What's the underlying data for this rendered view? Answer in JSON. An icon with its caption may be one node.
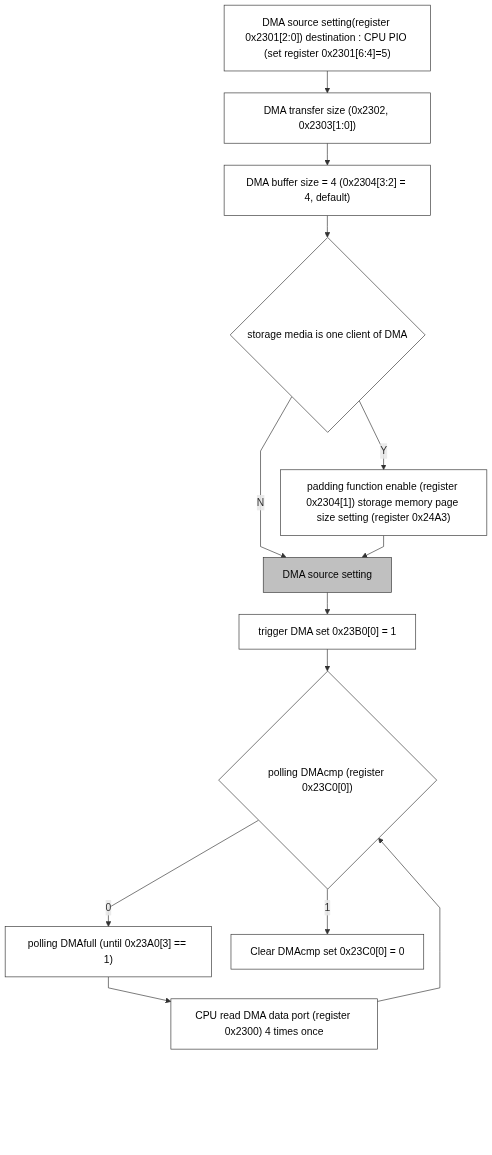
{
  "diagram": {
    "nodes": [
      {
        "text": [
          "DMA source setting(register 0x2301[2:0]) destination : CPU PIO (set register 0x2301[6:4]=5)"
        ]
      },
      {
        "text": [
          "DMA transfer size (0x2302, 0x2303[1:0])"
        ]
      },
      {
        "text": [
          "DMA buffer size = 4 (0x2304[3:2] = 4, default)"
        ]
      },
      {
        "text": [
          "storage media is one client of DMA"
        ]
      },
      {
        "text": [
          "padding function enable (register 0x2304[1]) storage memory page size setting (register 0x24A3)"
        ]
      },
      {
        "text": [
          "DMA source setting"
        ]
      },
      {
        "text": [
          "trigger DMA set 0x23B0[0] = 1"
        ]
      },
      {
        "text": [
          "polling DMAcmp (register 0x23C0[0])"
        ]
      },
      {
        "text": [
          "polling DMAfull (until 0x23A0[3] == 1)"
        ]
      },
      {
        "text": [
          "CPU read DMA data port (register 0x2300) 4 times once"
        ]
      },
      {
        "text": [
          "Clear DMAcmp set 0x23C0[0] = 0"
        ]
      }
    ],
    "edges": [
      {
        "from": 0,
        "to": 1,
        "arrow": "to"
      },
      {
        "from": 1,
        "to": 2,
        "arrow": "to"
      },
      {
        "from": 2,
        "to": 3,
        "arrow": "to"
      },
      {
        "from": 3,
        "to": 4,
        "arrow": "to",
        "label": "Y"
      },
      {
        "from": 3,
        "to": 5,
        "arrow": "to",
        "label": "N"
      },
      {
        "from": 4,
        "to": 5,
        "arrow": "to"
      },
      {
        "from": 5,
        "to": 6,
        "arrow": "to"
      },
      {
        "from": 6,
        "to": 7,
        "arrow": "to"
      },
      {
        "from": 7,
        "to": 8,
        "arrow": "to",
        "label": "0"
      },
      {
        "from": 8,
        "to": 9,
        "arrow": "to"
      },
      {
        "from": 9,
        "to": 7,
        "arrow": "to"
      },
      {
        "from": 7,
        "to": 10,
        "arrow": "to",
        "label": "1"
      }
    ]
  }
}
